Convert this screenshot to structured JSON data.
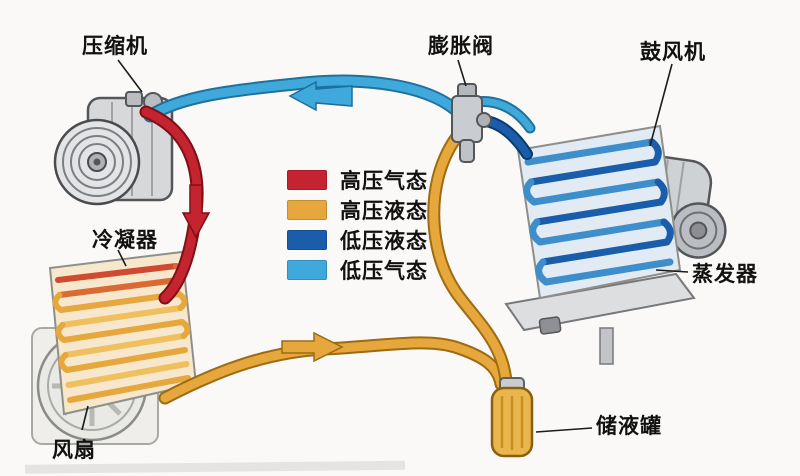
{
  "diagram": {
    "kind": "automotive air-conditioning refrigerant cycle"
  },
  "colors": {
    "hp_gas": "#c42330",
    "hp_liquid": "#e6a73c",
    "lp_liquid": "#1a5dab",
    "lp_gas": "#3fa9dc"
  },
  "labels": {
    "compressor": "压缩机",
    "expansion_valve": "膨胀阀",
    "blower": "鼓风机",
    "condenser": "冷凝器",
    "evaporator": "蒸发器",
    "fan": "风扇",
    "receiver": "储液罐"
  },
  "legend": {
    "items": [
      {
        "label": "高压气态",
        "color": "#c42330"
      },
      {
        "label": "高压液态",
        "color": "#e6a73c"
      },
      {
        "label": "低压液态",
        "color": "#1a5dab"
      },
      {
        "label": "低压气态",
        "color": "#3fa9dc"
      }
    ]
  }
}
